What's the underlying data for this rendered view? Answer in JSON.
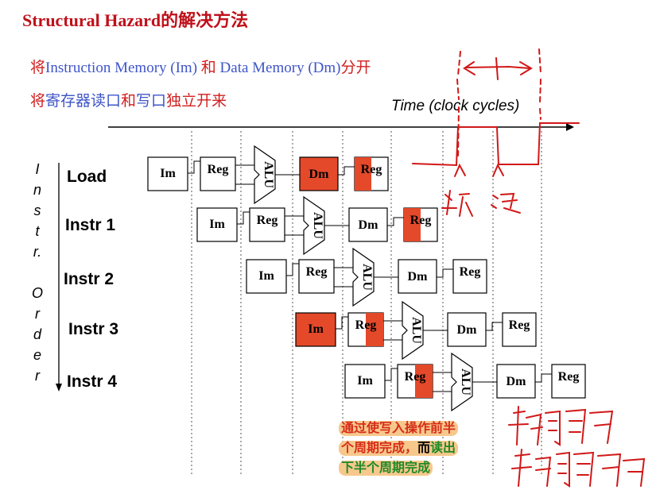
{
  "slide": {
    "title": "Structural Hazard的解决方法",
    "line1": {
      "a": "将",
      "b": "Instruction Memory (Im)",
      "c": " 和 ",
      "d": "Data Memory (Dm)",
      "e": "分开"
    },
    "line2": {
      "a": "将",
      "b": "寄存器读口",
      "c": "和",
      "d": "写口",
      "e": "独立开来"
    },
    "time_label": "Time (clock cycles)",
    "order_letters": [
      "I",
      "n",
      "s",
      "t",
      "r.",
      "",
      "O",
      "r",
      "d",
      "e",
      "r"
    ]
  },
  "instructions": [
    {
      "label": "Load"
    },
    {
      "label": "Instr 1"
    },
    {
      "label": "Instr 2"
    },
    {
      "label": "Instr 3"
    },
    {
      "label": "Instr 4"
    }
  ],
  "stages": {
    "im": "Im",
    "reg": "Reg",
    "alu": "ALU",
    "dm": "Dm"
  },
  "note": {
    "l1": "通过使写入操作前半",
    "l2a": "个周期完成，",
    "l2b": "而",
    "l2c": "读出",
    "l3": "下半个周期完成"
  },
  "colors": {
    "title": "#c0101a",
    "accent_red": "#e4492a",
    "blue_text": "#3f55c8",
    "highlight": "#f7c88c",
    "green": "#1b8a28"
  },
  "highlights": {
    "dm_filled_rows": [
      0
    ],
    "im_filled_rows": [
      3
    ],
    "reg_write_filled_rows": [
      0,
      1
    ],
    "reg_read_filled_rows": [
      3,
      4
    ]
  }
}
